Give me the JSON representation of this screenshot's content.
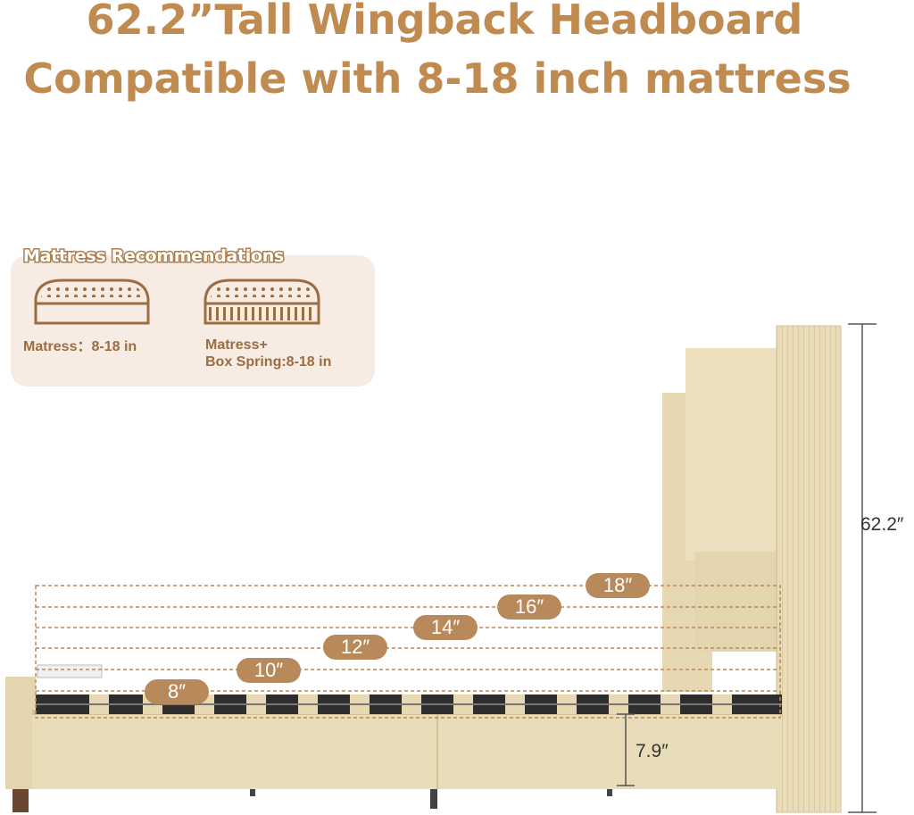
{
  "heading": {
    "line1": "62.2”Tall Wingback Headboard",
    "line2": "Compatible with 8-18 inch mattress"
  },
  "recommendations": {
    "title": "Mattress Recommendations",
    "mattress_label": "Matress：8-18 in",
    "boxspring_label": "Matress+\nBox Spring:8-18 in"
  },
  "heights": {
    "h8": "8″",
    "h10": "10″",
    "h12": "12″",
    "h14": "14″",
    "h16": "16″",
    "h18": "18″"
  },
  "dimensions": {
    "total_height": "62.2″",
    "clearance": "7.9″"
  },
  "colors": {
    "accent": "#c08b50",
    "pill": "#b8895a",
    "fabric": "#e9dcb8"
  }
}
